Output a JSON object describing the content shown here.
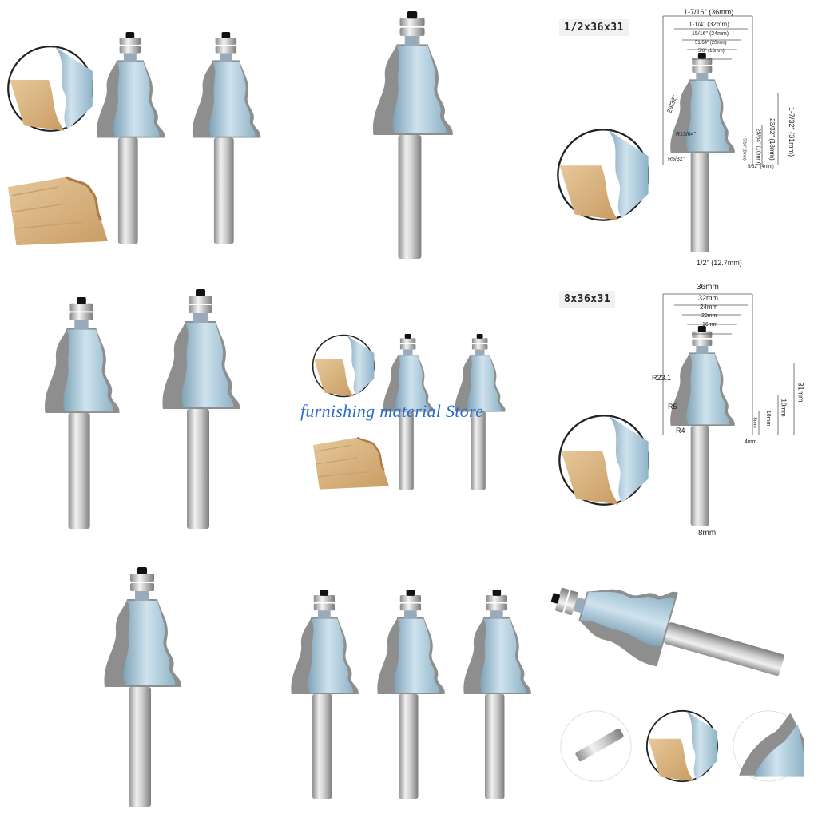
{
  "watermark": "furnishing material Store",
  "spec_top": {
    "label": "1/2x36x31",
    "widths": [
      "1-7/16\" (36mm)",
      "1-1/4\" (32mm)",
      "15/16\" (24mm)",
      "51/64\" (20mm)",
      "5/8\" (16mm)"
    ],
    "heights": [
      "1-7/32\" (31mm)",
      "23/32\" (18mm)",
      "25/64\" (10mm)",
      "5/16\" (8mm)",
      "5/32\" (4mm)"
    ],
    "radii": [
      "29/32\"",
      "R13/64\"",
      "R5/32\""
    ],
    "shank": "1/2\" (12.7mm)"
  },
  "spec_bottom": {
    "label": "8x36x31",
    "widths": [
      "36mm",
      "32mm",
      "24mm",
      "20mm",
      "16mm"
    ],
    "heights": [
      "31mm",
      "18mm",
      "10mm",
      "8mm",
      "4mm"
    ],
    "radii": [
      "R23.1",
      "R5",
      "R4"
    ],
    "shank": "8mm"
  },
  "colors": {
    "body": "#a9c7d8",
    "shank": "#c7c7c7",
    "bearing": "#d8d8d8",
    "wood": "#d8b483",
    "watermark": "#2a6cc9"
  }
}
